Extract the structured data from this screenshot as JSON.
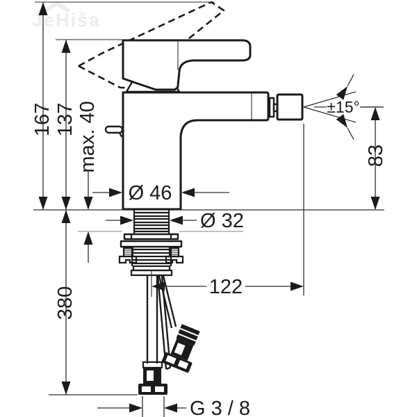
{
  "watermark": "JeHiša",
  "colors": {
    "ink": "#1b1b1b",
    "dim_line": "#2b2b2b",
    "gray_line": "#9c9c9c",
    "background": "#ffffff"
  },
  "drawing": {
    "subject": "bidet single-lever mixer, side elevation with installation dimensions"
  },
  "labels": {
    "height_total": "167",
    "height_body": "137",
    "deck_max": "max. 40",
    "depth_below": "380",
    "base_dia": "Ø 46",
    "shank_dia": "Ø 32",
    "reach": "122",
    "spout_height": "83",
    "swivel_angle": "±15°",
    "thread": "G 3 / 8"
  }
}
